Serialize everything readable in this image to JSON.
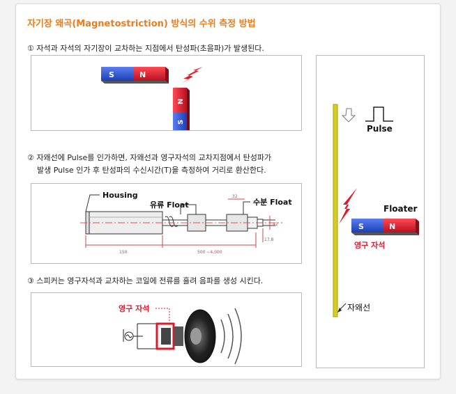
{
  "header": {
    "title": "자기장 왜곡(Magnetostriction) 방식의 수위 측정 방법"
  },
  "steps": [
    {
      "text": "① 자석과 자석의 자기장이 교차하는 지점에서 탄성파(초음파)가 발생된다."
    },
    {
      "line1": "② 자왜선에 Pulse를 인가하면, 자왜선과 영구자석의 교차지점에서 탄성파가",
      "line2": "발생 Pulse 인가 후 탄성파의 수신시간(T)을 측정하여 거리로 환산한다."
    },
    {
      "text": "③ 스피커는 영구자석과 교차하는 코일에 전류를 흘려 음파를 생성 시킨다."
    }
  ],
  "diagram1": {
    "magnet_s": "S",
    "magnet_n": "N"
  },
  "diagram2": {
    "housing": "Housing",
    "oil_float": "유류 Float",
    "water_float": "수분 Float",
    "dim_150": "150",
    "dim_range": "500 ~4,000",
    "dim_32": "32",
    "dim_42": "42",
    "dim_178": "17.8"
  },
  "diagram3": {
    "magnet_label": "영구 자석"
  },
  "side": {
    "pulse": "Pulse",
    "floater": "Floater",
    "magnet_s": "S",
    "magnet_n": "N",
    "magnet_label": "영구 자석",
    "wire_label": "자왜선"
  },
  "colors": {
    "title": "#e87e1e",
    "magnet_blue": "#2a52d0",
    "magnet_red": "#e0182b",
    "label_red": "#e0182b",
    "wire_yellow": "#d6cc22"
  }
}
